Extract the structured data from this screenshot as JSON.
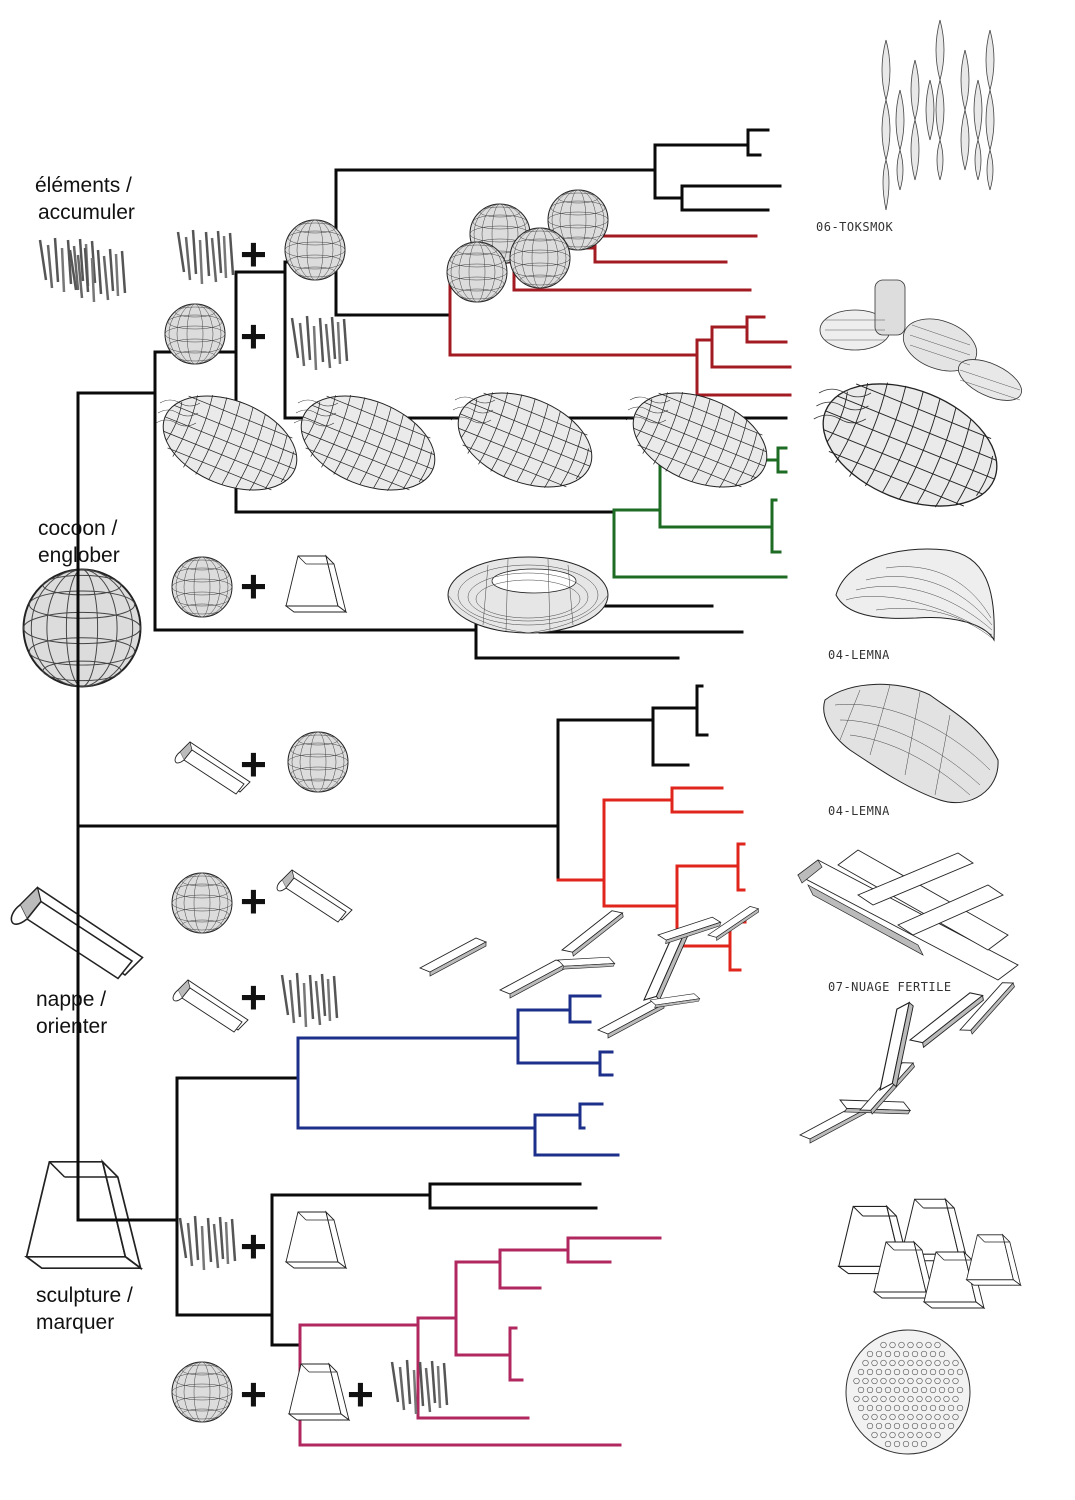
{
  "categories": [
    {
      "line1": "éléments /",
      "line2": "accumuler"
    },
    {
      "line1": "cocoon /",
      "line2": "englober"
    },
    {
      "line1": "nappe /",
      "line2": "orienter"
    },
    {
      "line1": "sculpture /",
      "line2": "marquer"
    }
  ],
  "captions": [
    "06-TOKSMOK",
    "04-LEMNA",
    "04-LEMNA",
    "07-NUAGE FERTILE"
  ],
  "plus_symbol": "+",
  "colors": {
    "trunk": "#0a0a0a",
    "red_dark": "#a31b22",
    "green": "#1e6b23",
    "red_bright": "#e0261c",
    "blue": "#1c2f8a",
    "magenta": "#b0285f"
  },
  "icons": [
    "rods-icon",
    "sphere-icon",
    "cocoon-icon",
    "ribbon-icon",
    "frustum-icon",
    "torus-icon",
    "plate-cross-icon",
    "dotted-sphere-icon"
  ]
}
